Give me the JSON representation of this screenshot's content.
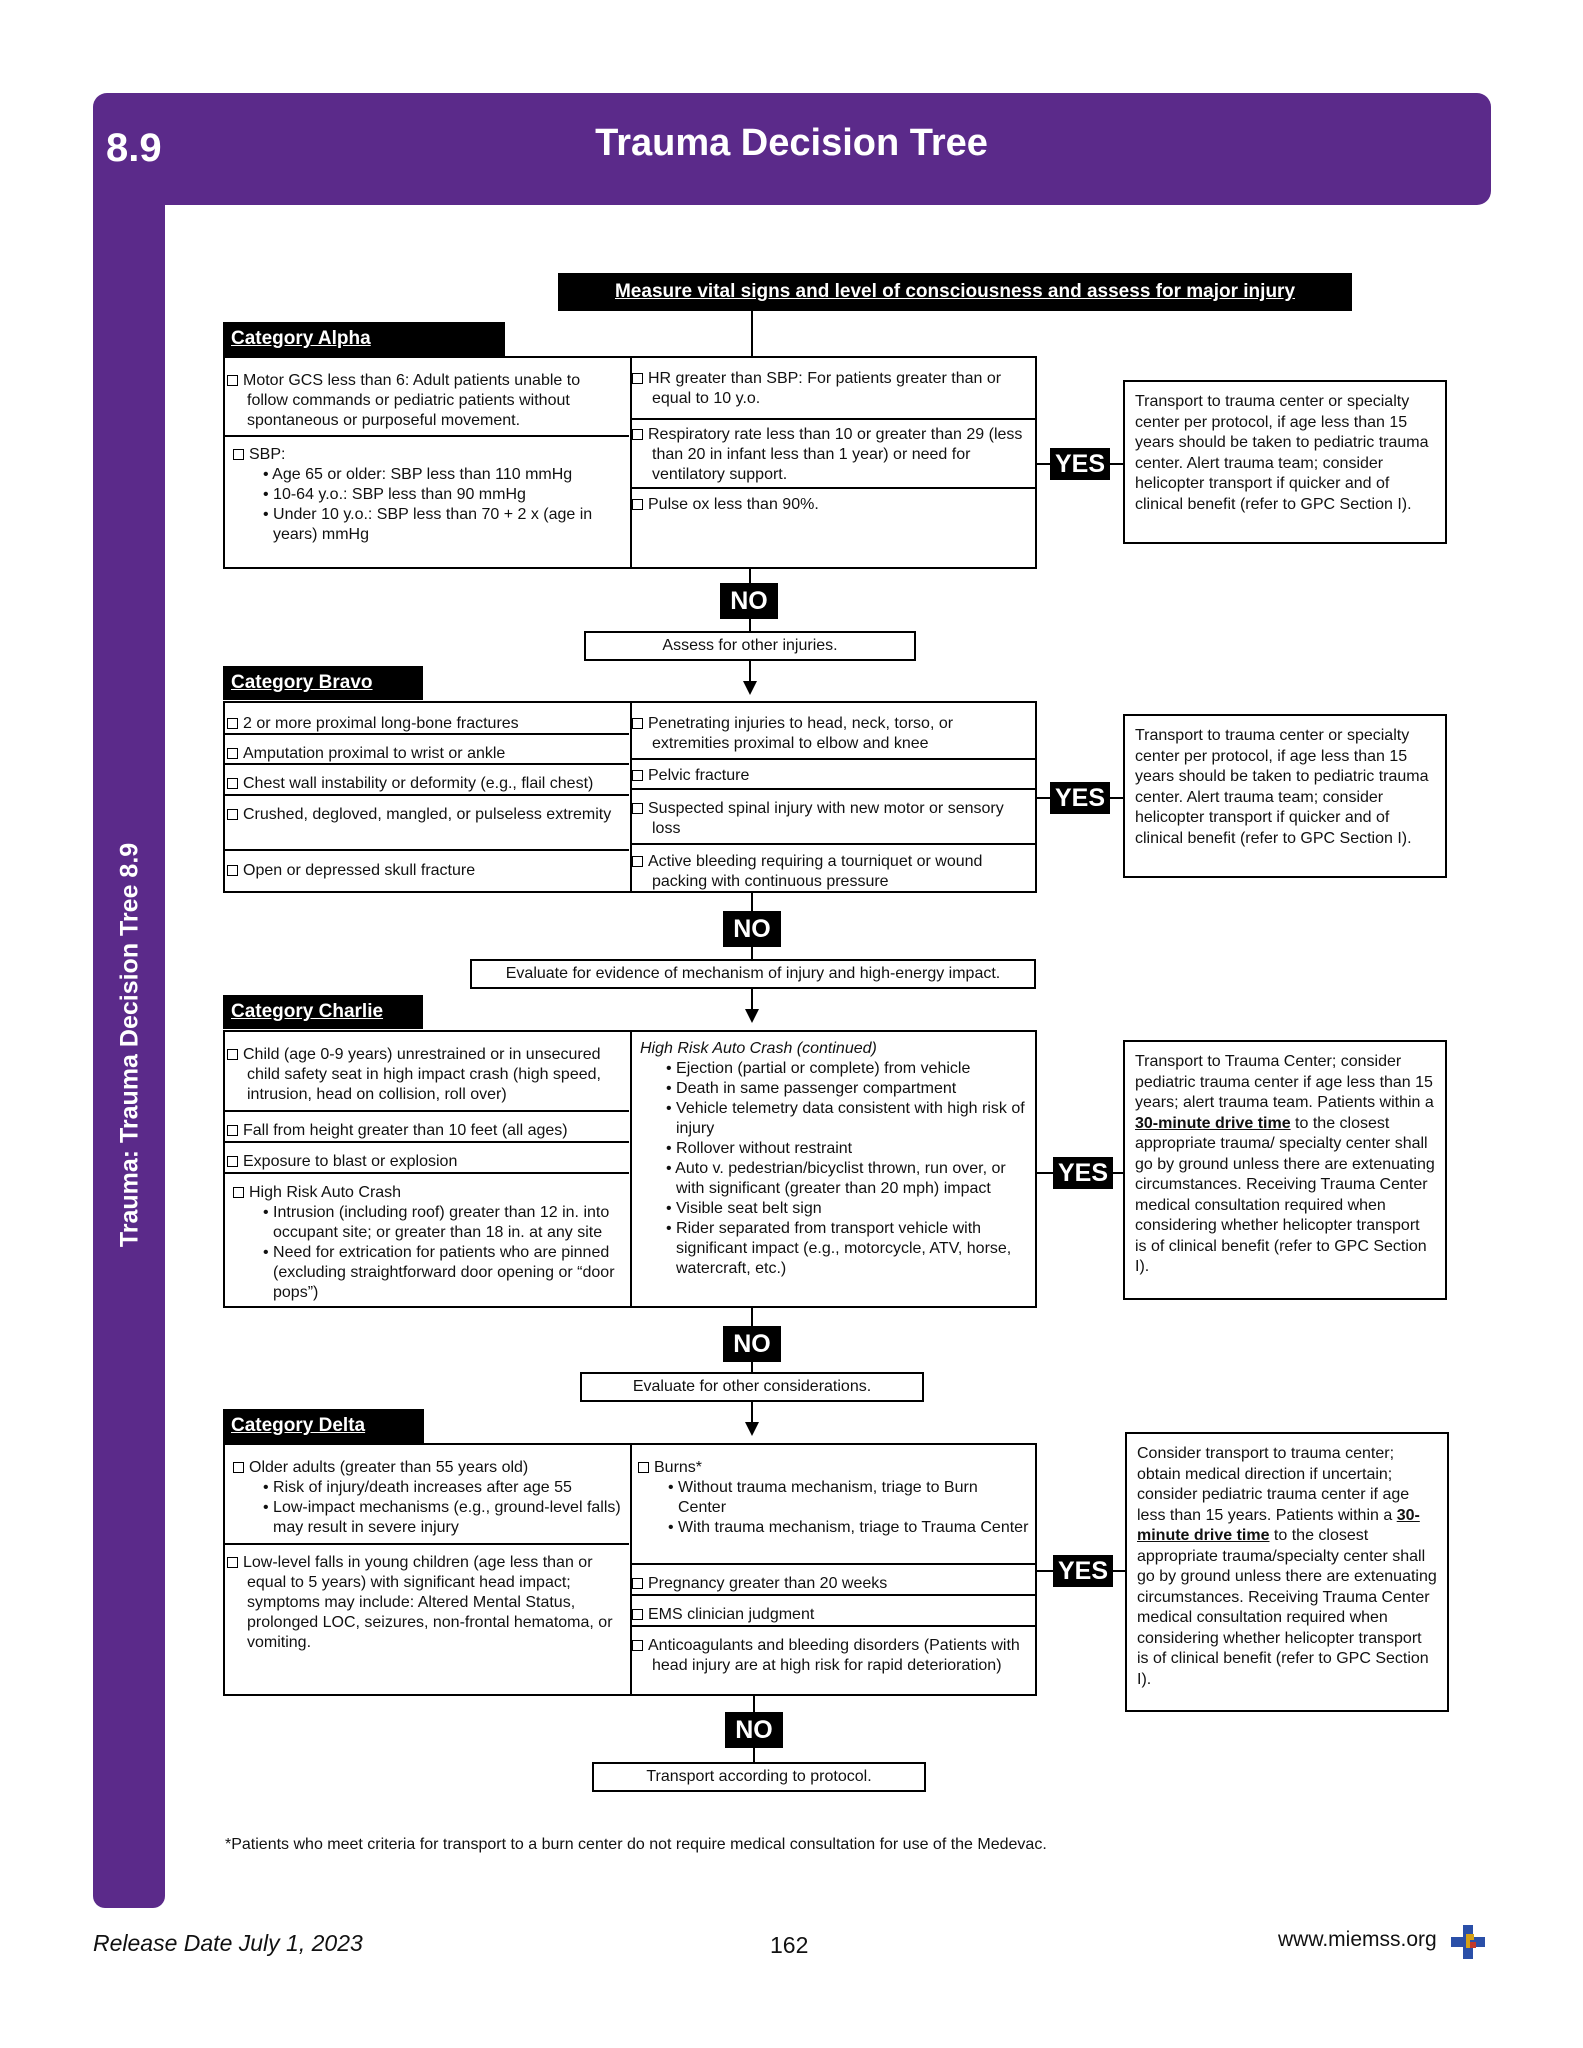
{
  "header": {
    "section": "8.9",
    "title": "Trauma Decision Tree"
  },
  "sidebar": {
    "label": "Trauma: Trauma Decision Tree 8.9"
  },
  "measure": "Measure vital signs and level of consciousness and assess for major injury",
  "yes": "YES",
  "no": "NO",
  "alpha": {
    "label": "Category Alpha",
    "left": [
      {
        "text": "Motor GCS less than 6: Adult patients unable to follow commands or pediatric patients without spontaneous or purposeful movement.",
        "bullets": []
      },
      {
        "text": "SBP:",
        "bullets": [
          "Age 65 or older: SBP less than 110 mmHg",
          "10-64 y.o.: SBP less than 90 mmHg",
          "Under 10 y.o.: SBP less than 70 + 2 x (age in years) mmHg"
        ]
      }
    ],
    "right": [
      {
        "text": "HR greater than SBP: For patients greater than or equal to 10 y.o."
      },
      {
        "text": "Respiratory rate less than 10 or greater than 29 (less than 20 in infant less than 1 year) or need for ventilatory support."
      },
      {
        "text": "Pulse ox less than 90%."
      }
    ],
    "outcome": "Transport to trauma center or specialty center per protocol, if age less than 15 years should be taken to pediatric trauma center. Alert trauma team; consider helicopter transport if quicker and of clinical benefit (refer to GPC Section I)."
  },
  "step1": "Assess for other injuries.",
  "bravo": {
    "label": "Category Bravo",
    "left": [
      {
        "text": "2 or more proximal long-bone fractures"
      },
      {
        "text": "Amputation proximal to wrist or ankle"
      },
      {
        "text": "Chest wall instability or deformity (e.g., flail chest)"
      },
      {
        "text": "Crushed, degloved, mangled, or pulseless extremity"
      },
      {
        "text": "Open or depressed skull fracture"
      }
    ],
    "right": [
      {
        "text": "Penetrating injuries to head, neck, torso, or extremities proximal to elbow and knee"
      },
      {
        "text": "Pelvic fracture"
      },
      {
        "text": "Suspected spinal injury with new motor or sensory loss"
      },
      {
        "text": "Active bleeding requiring a tourniquet or wound packing with continuous pressure"
      }
    ],
    "outcome": "Transport to trauma center or specialty center per protocol, if age less than 15 years should be taken to pediatric trauma center. Alert trauma team; consider helicopter transport if quicker and of clinical benefit (refer to GPC Section I)."
  },
  "step2": "Evaluate for evidence of mechanism of injury and high-energy impact.",
  "charlie": {
    "label": "Category Charlie",
    "left": [
      {
        "text": "Child (age 0-9 years) unrestrained or in unsecured child safety seat in high impact crash (high speed, intrusion, head on collision, roll over)",
        "bullets": []
      },
      {
        "text": "Fall from height greater than 10 feet (all ages)",
        "bullets": []
      },
      {
        "text": "Exposure to blast or explosion",
        "bullets": []
      },
      {
        "text": "High Risk Auto Crash",
        "bullets": [
          "Intrusion (including roof) greater than 12 in. into occupant site; or greater than 18 in. at any site",
          "Need for extrication for patients who are pinned (excluding straightforward door opening or “door pops”)"
        ]
      }
    ],
    "right_title": "High Risk Auto Crash (continued)",
    "right_bullets": [
      "Ejection (partial or complete) from vehicle",
      "Death in same passenger compartment",
      "Vehicle telemetry data consistent with high risk of injury",
      "Rollover without restraint",
      "Auto v. pedestrian/bicyclist thrown, run over, or with significant (greater than 20 mph) impact",
      "Visible seat belt sign",
      "Rider separated from transport vehicle with significant impact (e.g., motorcycle, ATV, horse, watercraft, etc.)"
    ],
    "outcome_a": "Transport to Trauma Center; consider pediatric trauma center if age less than 15 years; alert trauma team. Patients within a ",
    "outcome_bold": "30-minute drive time",
    "outcome_b": " to the closest appropriate trauma/ specialty center shall go by ground unless there are extenuating circumstances. Receiving Trauma Center medical consultation required when considering whether helicopter transport is of clinical benefit (refer to GPC Section I)."
  },
  "step3": "Evaluate for other considerations.",
  "delta": {
    "label": "Category Delta",
    "left": [
      {
        "text": "Older adults (greater than 55 years old)",
        "bullets": [
          "Risk of injury/death increases after age 55",
          "Low-impact mechanisms (e.g., ground-level falls) may result in severe injury"
        ]
      },
      {
        "text": "Low-level falls in young children (age less than or equal to 5 years) with significant head impact; symptoms may include: Altered Mental Status, prolonged LOC, seizures, non-frontal hematoma, or vomiting.",
        "bullets": []
      }
    ],
    "right": [
      {
        "text": "Burns*",
        "bullets": [
          "Without trauma mechanism, triage to Burn Center",
          "With trauma mechanism, triage to Trauma Center"
        ]
      },
      {
        "text": "Pregnancy greater than 20 weeks",
        "bullets": []
      },
      {
        "text": "EMS clinician judgment",
        "bullets": []
      },
      {
        "text": "Anticoagulants and bleeding disorders (Patients with head injury are at high risk for rapid deterioration)",
        "bullets": []
      }
    ],
    "outcome_a": "Consider transport to trauma center; obtain medical direction if uncertain; consider pediatric trauma center if age less than 15 years. Patients within a ",
    "outcome_bold": "30-minute drive time",
    "outcome_b": " to the closest appropriate trauma/specialty center shall go by ground unless there are extenuating circumstances. Receiving Trauma Center medical consultation required when considering whether helicopter transport is of clinical benefit (refer to GPC Section I)."
  },
  "step4": "Transport according to protocol.",
  "footnote": "*Patients who meet criteria for transport to a burn center do not require medical consultation for use of the Medevac.",
  "footer": {
    "release": "Release Date July 1, 2023",
    "page": "162",
    "url": "www.miemss.org"
  }
}
